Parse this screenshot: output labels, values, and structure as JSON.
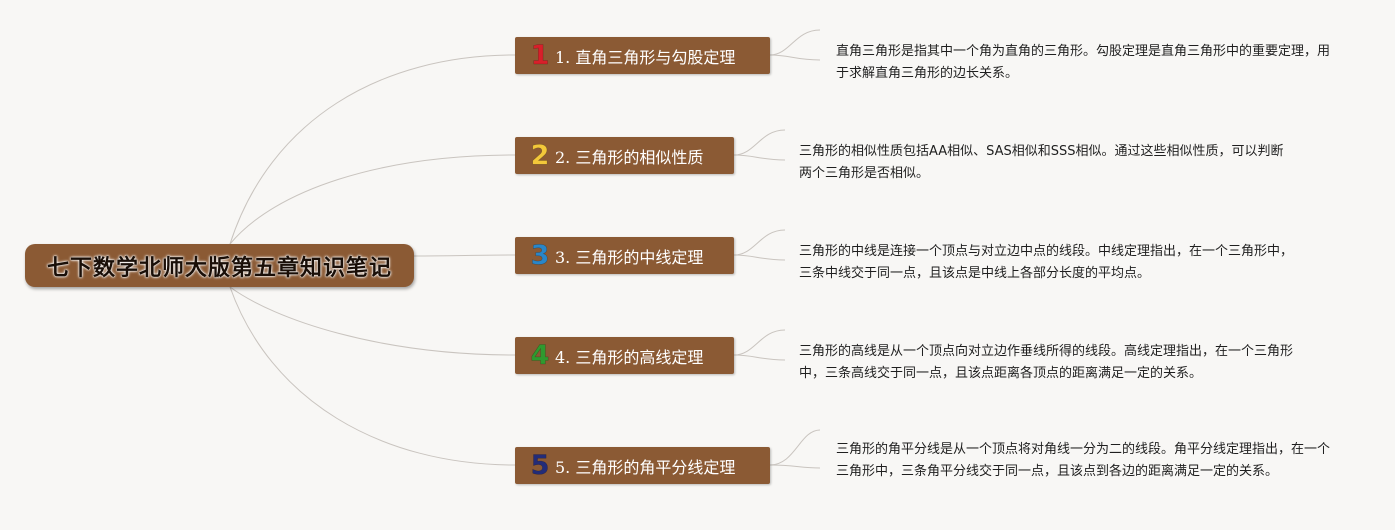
{
  "root": {
    "label": "七下数学北师大版第五章知识笔记"
  },
  "colors": {
    "node_fill": "#8b5a34",
    "line": "#c9c4bf",
    "num_1": "#d8202a",
    "num_2": "#f3c83a",
    "num_3": "#2a86c8",
    "num_4": "#2f9a2f",
    "num_5": "#232c78"
  },
  "topics": [
    {
      "num": "1",
      "label": "1. 直角三角形与勾股定理",
      "note": "直角三角形是指其中一个角为直角的三角形。勾股定理是直角三角形中的重要定理，用于求解直角三角形的边长关系。"
    },
    {
      "num": "2",
      "label": "2. 三角形的相似性质",
      "note": "三角形的相似性质包括AA相似、SAS相似和SSS相似。通过这些相似性质，可以判断两个三角形是否相似。"
    },
    {
      "num": "3",
      "label": "3. 三角形的中线定理",
      "note": "三角形的中线是连接一个顶点与对立边中点的线段。中线定理指出，在一个三角形中，三条中线交于同一点，且该点是中线上各部分长度的平均点。"
    },
    {
      "num": "4",
      "label": "4. 三角形的高线定理",
      "note": "三角形的高线是从一个顶点向对立边作垂线所得的线段。高线定理指出，在一个三角形中，三条高线交于同一点，且该点距离各顶点的距离满足一定的关系。"
    },
    {
      "num": "5",
      "label": "5. 三角形的角平分线定理",
      "note": "三角形的角平分线是从一个顶点将对角线一分为二的线段。角平分线定理指出，在一个三角形中，三条角平分线交于同一点，且该点到各边的距离满足一定的关系。"
    }
  ]
}
